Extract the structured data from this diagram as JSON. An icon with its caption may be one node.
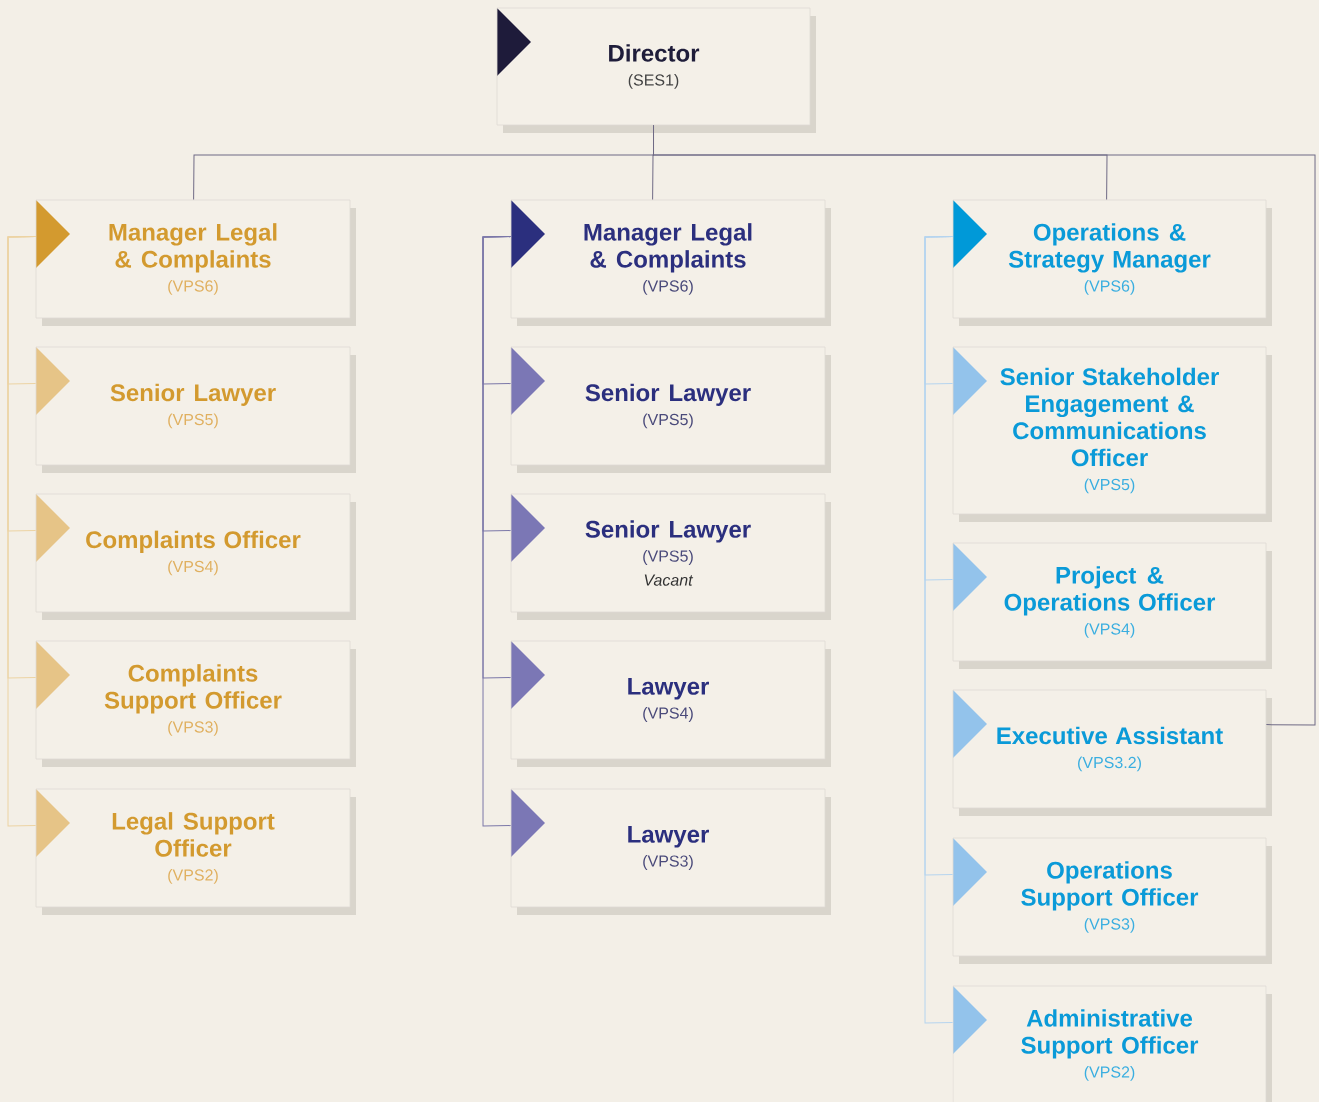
{
  "diagram": {
    "nodes": [
      {
        "text": [
          "Director",
          "(SES1)"
        ]
      },
      {
        "text": [
          "Manager Legal & Complaints",
          "(VPS6)"
        ]
      },
      {
        "text": [
          "Senior Lawyer",
          "(VPS5)"
        ]
      },
      {
        "text": [
          "Complaints Officer",
          "(VPS4)"
        ]
      },
      {
        "text": [
          "Complaints Support Officer",
          "(VPS3)"
        ]
      },
      {
        "text": [
          "Legal Support Officer",
          "(VPS2)"
        ]
      },
      {
        "text": [
          "Manager Legal & Complaints",
          "(VPS6)"
        ]
      },
      {
        "text": [
          "Senior Lawyer",
          "(VPS5)"
        ]
      },
      {
        "text": [
          "Senior Lawyer",
          "(VPS5)",
          "Vacant"
        ]
      },
      {
        "text": [
          "Lawyer",
          "(VPS4)"
        ]
      },
      {
        "text": [
          "Lawyer",
          "(VPS3)"
        ]
      },
      {
        "text": [
          "Operations & Strategy Manager",
          "(VPS6)"
        ]
      },
      {
        "text": [
          "Senior Stakeholder Engagement & Communications Officer",
          "(VPS5)"
        ]
      },
      {
        "text": [
          "Project & Operations Officer",
          "(VPS4)"
        ]
      },
      {
        "text": [
          "Executive Assistant",
          "(VPS3.2)"
        ]
      },
      {
        "text": [
          "Operations Support Officer",
          "(VPS3)"
        ]
      },
      {
        "text": [
          "Administrative Support Officer",
          "(VPS2)"
        ]
      }
    ],
    "edges": [
      {
        "from": 0,
        "to": 1,
        "arrow": "none",
        "color": "#6f6a85"
      },
      {
        "from": 0,
        "to": 6,
        "arrow": "none",
        "color": "#6f6a85"
      },
      {
        "from": 0,
        "to": 11,
        "arrow": "none",
        "color": "#6f6a85"
      },
      {
        "from": 0,
        "to": 14,
        "arrow": "none",
        "color": "#6f6a85"
      },
      {
        "from": 1,
        "to": 2,
        "arrow": "none",
        "color": "#ecd3a3"
      },
      {
        "from": 1,
        "to": 3,
        "arrow": "none",
        "color": "#ecd3a3"
      },
      {
        "from": 1,
        "to": 4,
        "arrow": "none",
        "color": "#ecd3a3"
      },
      {
        "from": 1,
        "to": 5,
        "arrow": "none",
        "color": "#ecd3a3"
      },
      {
        "from": 6,
        "to": 7,
        "arrow": "none",
        "color": "#7b77a8"
      },
      {
        "from": 6,
        "to": 8,
        "arrow": "none",
        "color": "#7b77a8"
      },
      {
        "from": 6,
        "to": 9,
        "arrow": "none",
        "color": "#7b77a8"
      },
      {
        "from": 6,
        "to": 10,
        "arrow": "none",
        "color": "#7b77a8"
      },
      {
        "from": 11,
        "to": 12,
        "arrow": "none",
        "color": "#b5d4ef"
      },
      {
        "from": 11,
        "to": 13,
        "arrow": "none",
        "color": "#b5d4ef"
      },
      {
        "from": 11,
        "to": 15,
        "arrow": "none",
        "color": "#b5d4ef"
      },
      {
        "from": 11,
        "to": 16,
        "arrow": "none",
        "color": "#b5d4ef"
      }
    ]
  }
}
